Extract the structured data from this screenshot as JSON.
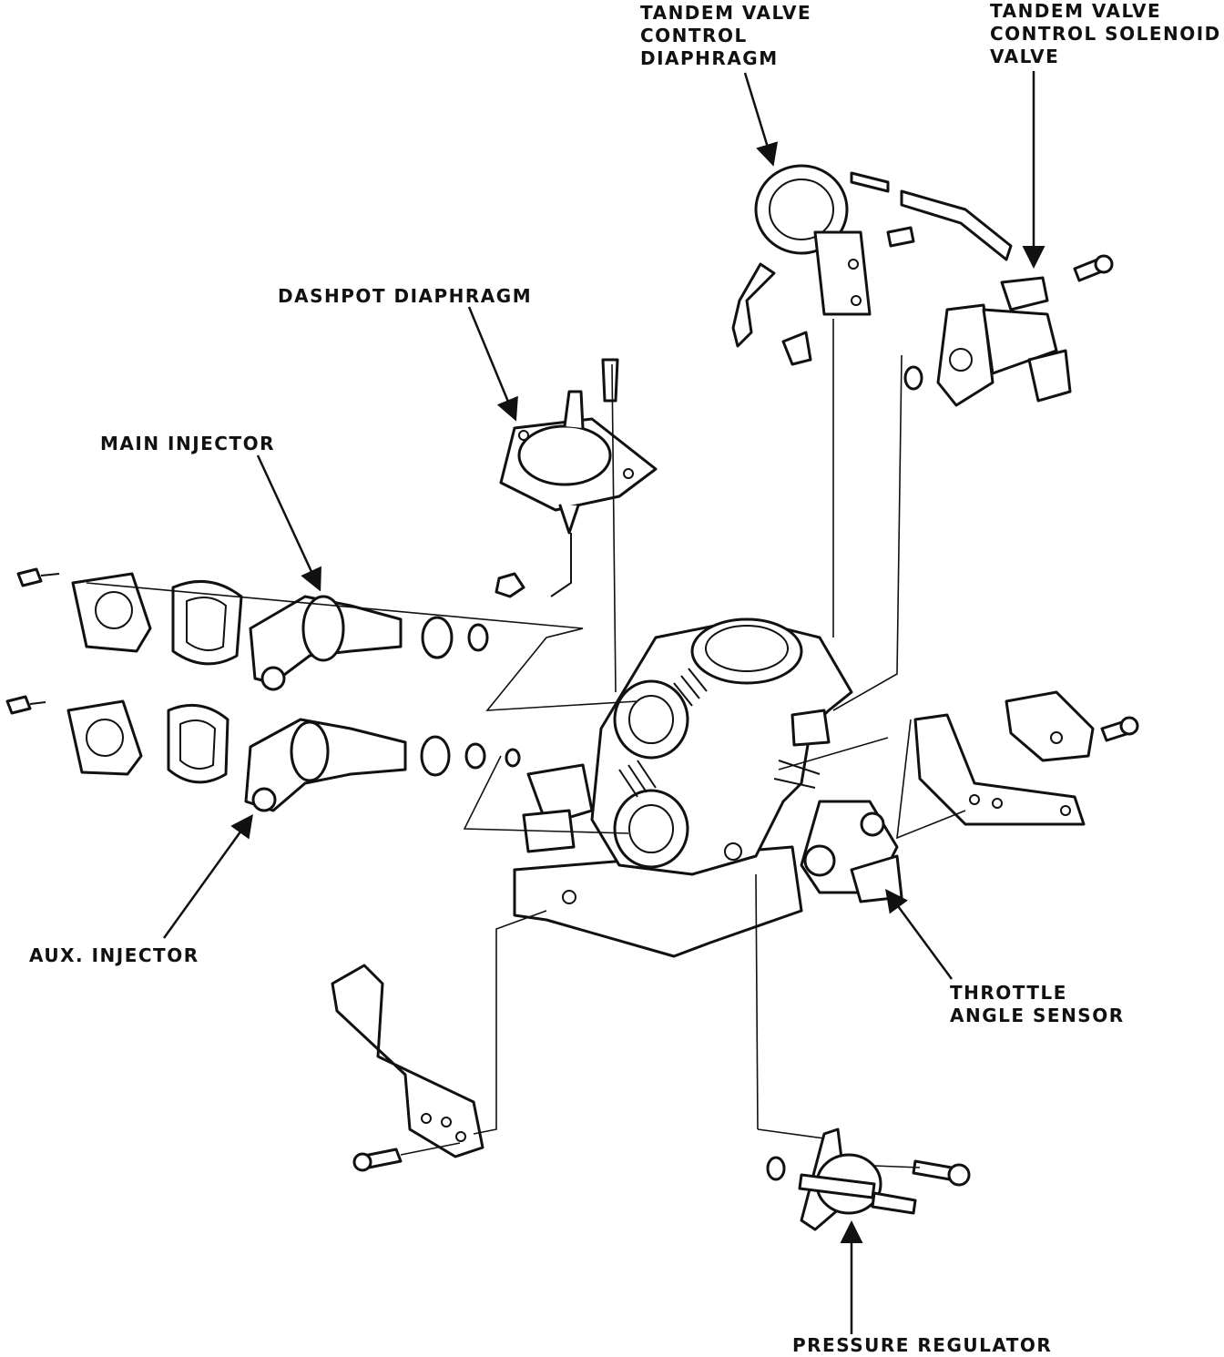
{
  "labels": {
    "tandem_valve_control_diaphragm": "TANDEM VALVE\nCONTROL\nDIAPHRAGM",
    "tandem_valve_control_solenoid_valve": "TANDEM VALVE\nCONTROL SOLENOID\nVALVE",
    "dashpot_diaphragm": "DASHPOT DIAPHRAGM",
    "main_injector": "MAIN INJECTOR",
    "aux_injector": "AUX. INJECTOR",
    "throttle_angle_sensor": "THROTTLE\nANGLE SENSOR",
    "pressure_regulator": "PRESSURE REGULATOR"
  },
  "colors": {
    "line": "#111111",
    "background": "#ffffff"
  }
}
